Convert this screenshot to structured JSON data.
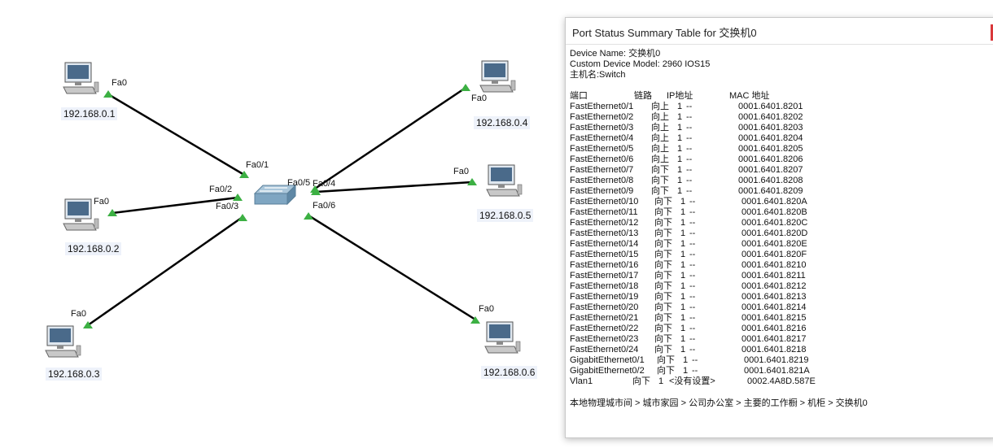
{
  "topology": {
    "pcs": [
      {
        "ip": "192.168.0.1",
        "port": "Fa0"
      },
      {
        "ip": "192.168.0.2",
        "port": "Fa0"
      },
      {
        "ip": "192.168.0.3",
        "port": "Fa0"
      },
      {
        "ip": "192.168.0.4",
        "port": "Fa0"
      },
      {
        "ip": "192.168.0.5",
        "port": "Fa0"
      },
      {
        "ip": "192.168.0.6",
        "port": "Fa0"
      }
    ],
    "switch_ports": [
      "Fa0/1",
      "Fa0/2",
      "Fa0/3",
      "Fa0/4",
      "Fa0/5",
      "Fa0/6"
    ],
    "link_color": "#000000",
    "status_up_color": "#3cb043"
  },
  "popup": {
    "title": "Port Status Summary Table for 交换机0",
    "device_name": "Device Name: 交换机0",
    "device_model": "Custom Device Model: 2960 IOS15",
    "hostname": "主机名:Switch",
    "headers": {
      "port": "端口",
      "link": "链路",
      "ip": "IP地址",
      "mac": "MAC 地址"
    },
    "ports": [
      {
        "port": "FastEthernet0/1",
        "link": "向上",
        "vlan": "1",
        "ip": "--",
        "mac": "0001.6401.8201"
      },
      {
        "port": "FastEthernet0/2",
        "link": "向上",
        "vlan": "1",
        "ip": "--",
        "mac": "0001.6401.8202"
      },
      {
        "port": "FastEthernet0/3",
        "link": "向上",
        "vlan": "1",
        "ip": "--",
        "mac": "0001.6401.8203"
      },
      {
        "port": "FastEthernet0/4",
        "link": "向上",
        "vlan": "1",
        "ip": "--",
        "mac": "0001.6401.8204"
      },
      {
        "port": "FastEthernet0/5",
        "link": "向上",
        "vlan": "1",
        "ip": "--",
        "mac": "0001.6401.8205"
      },
      {
        "port": "FastEthernet0/6",
        "link": "向上",
        "vlan": "1",
        "ip": "--",
        "mac": "0001.6401.8206"
      },
      {
        "port": "FastEthernet0/7",
        "link": "向下",
        "vlan": "1",
        "ip": "--",
        "mac": "0001.6401.8207"
      },
      {
        "port": "FastEthernet0/8",
        "link": "向下",
        "vlan": "1",
        "ip": "--",
        "mac": "0001.6401.8208"
      },
      {
        "port": "FastEthernet0/9",
        "link": "向下",
        "vlan": "1",
        "ip": "--",
        "mac": "0001.6401.8209"
      },
      {
        "port": "FastEthernet0/10",
        "link": "向下",
        "vlan": "1",
        "ip": "--",
        "mac": "0001.6401.820A"
      },
      {
        "port": "FastEthernet0/11",
        "link": "向下",
        "vlan": "1",
        "ip": "--",
        "mac": "0001.6401.820B"
      },
      {
        "port": "FastEthernet0/12",
        "link": "向下",
        "vlan": "1",
        "ip": "--",
        "mac": "0001.6401.820C"
      },
      {
        "port": "FastEthernet0/13",
        "link": "向下",
        "vlan": "1",
        "ip": "--",
        "mac": "0001.6401.820D"
      },
      {
        "port": "FastEthernet0/14",
        "link": "向下",
        "vlan": "1",
        "ip": "--",
        "mac": "0001.6401.820E"
      },
      {
        "port": "FastEthernet0/15",
        "link": "向下",
        "vlan": "1",
        "ip": "--",
        "mac": "0001.6401.820F"
      },
      {
        "port": "FastEthernet0/16",
        "link": "向下",
        "vlan": "1",
        "ip": "--",
        "mac": "0001.6401.8210"
      },
      {
        "port": "FastEthernet0/17",
        "link": "向下",
        "vlan": "1",
        "ip": "--",
        "mac": "0001.6401.8211"
      },
      {
        "port": "FastEthernet0/18",
        "link": "向下",
        "vlan": "1",
        "ip": "--",
        "mac": "0001.6401.8212"
      },
      {
        "port": "FastEthernet0/19",
        "link": "向下",
        "vlan": "1",
        "ip": "--",
        "mac": "0001.6401.8213"
      },
      {
        "port": "FastEthernet0/20",
        "link": "向下",
        "vlan": "1",
        "ip": "--",
        "mac": "0001.6401.8214"
      },
      {
        "port": "FastEthernet0/21",
        "link": "向下",
        "vlan": "1",
        "ip": "--",
        "mac": "0001.6401.8215"
      },
      {
        "port": "FastEthernet0/22",
        "link": "向下",
        "vlan": "1",
        "ip": "--",
        "mac": "0001.6401.8216"
      },
      {
        "port": "FastEthernet0/23",
        "link": "向下",
        "vlan": "1",
        "ip": "--",
        "mac": "0001.6401.8217"
      },
      {
        "port": "FastEthernet0/24",
        "link": "向下",
        "vlan": "1",
        "ip": "--",
        "mac": "0001.6401.8218"
      },
      {
        "port": "GigabitEthernet0/1",
        "link": "向下",
        "vlan": "1",
        "ip": "--",
        "mac": "0001.6401.8219"
      },
      {
        "port": "GigabitEthernet0/2",
        "link": "向下",
        "vlan": "1",
        "ip": "--",
        "mac": "0001.6401.821A"
      },
      {
        "port": "Vlan1",
        "link": "向下",
        "vlan": "1",
        "ip": "<没有设置>",
        "mac": "0002.4A8D.587E"
      }
    ],
    "location_path": "本地物理城市间 > 城市家园 > 公司办公室 > 主要的工作橱 > 机柜 > 交换机0"
  }
}
